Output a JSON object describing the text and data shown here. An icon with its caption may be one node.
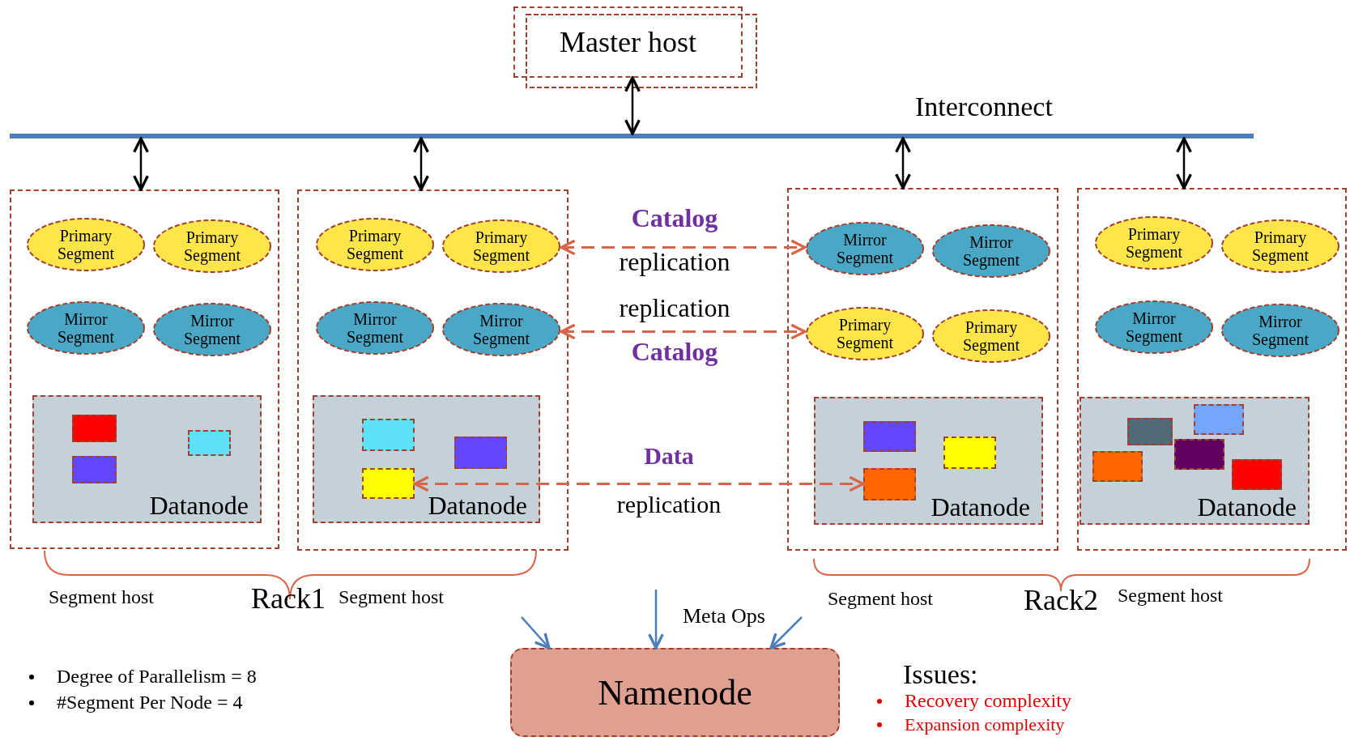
{
  "diagram": {
    "nodes": [
      {
        "text": [
          "Master host"
        ]
      },
      {
        "text": [
          "Interconnect"
        ]
      },
      {
        "text": [],
        "shape": "box",
        "beside": [
          "Segment host"
        ]
      },
      {
        "text": [
          "Primary Segment"
        ],
        "in": 2
      },
      {
        "text": [
          "Primary Segment"
        ],
        "in": 2
      },
      {
        "text": [
          "Mirror Segment"
        ],
        "in": 2
      },
      {
        "text": [
          "Mirror Segment"
        ],
        "in": 2
      },
      {
        "text": [
          "Datanode"
        ],
        "in": 2
      },
      {
        "text": [],
        "shape": "box",
        "in": 7
      },
      {
        "text": [],
        "shape": "box",
        "in": 7
      },
      {
        "text": [],
        "shape": "box",
        "in": 7
      },
      {
        "text": [],
        "shape": "box",
        "beside": [
          "Segment host"
        ]
      },
      {
        "text": [
          "Primary Segment"
        ],
        "in": 11
      },
      {
        "text": [
          "Primary Segment"
        ],
        "in": 11
      },
      {
        "text": [
          "Mirror Segment"
        ],
        "in": 11
      },
      {
        "text": [
          "Mirror Segment"
        ],
        "in": 11
      },
      {
        "text": [
          "Datanode"
        ],
        "in": 11
      },
      {
        "text": [],
        "shape": "box",
        "in": 16
      },
      {
        "text": [],
        "shape": "box",
        "in": 16
      },
      {
        "text": [],
        "shape": "box",
        "in": 16
      },
      {
        "text": [],
        "shape": "box",
        "beside": [
          "Segment host"
        ]
      },
      {
        "text": [
          "Mirror Segment"
        ],
        "in": 20
      },
      {
        "text": [
          "Mirror Segment"
        ],
        "in": 20
      },
      {
        "text": [
          "Primary Segment"
        ],
        "in": 20
      },
      {
        "text": [
          "Primary Segment"
        ],
        "in": 20
      },
      {
        "text": [
          "Datanode"
        ],
        "in": 20
      },
      {
        "text": [],
        "shape": "box",
        "in": 25
      },
      {
        "text": [],
        "shape": "box",
        "in": 25
      },
      {
        "text": [],
        "shape": "box",
        "in": 25
      },
      {
        "text": [],
        "shape": "box",
        "beside": [
          "Segment host"
        ]
      },
      {
        "text": [
          "Primary Segment"
        ],
        "in": 29
      },
      {
        "text": [
          "Primary Segment"
        ],
        "in": 29
      },
      {
        "text": [
          "Mirror Segment"
        ],
        "in": 29
      },
      {
        "text": [
          "Mirror Segment"
        ],
        "in": 29
      },
      {
        "text": [
          "Datanode"
        ],
        "in": 29
      },
      {
        "text": [],
        "shape": "box",
        "in": 34
      },
      {
        "text": [],
        "shape": "box",
        "in": 34
      },
      {
        "text": [],
        "shape": "box",
        "in": 34
      },
      {
        "text": [],
        "shape": "box",
        "in": 34
      },
      {
        "text": [],
        "shape": "box",
        "in": 34
      },
      {
        "text": [
          "Namenode"
        ]
      }
    ],
    "edges": [
      {
        "from": 0,
        "to": 1,
        "arrow": "both"
      },
      {
        "from": 1,
        "to": 2,
        "arrow": "both"
      },
      {
        "from": 1,
        "to": 11,
        "arrow": "both"
      },
      {
        "from": 1,
        "to": 20,
        "arrow": "both"
      },
      {
        "from": 1,
        "to": 29,
        "arrow": "both"
      },
      {
        "from": 13,
        "to": 21,
        "arrow": "both",
        "label": "**Catalog** replication",
        "style": "dashed",
        "color": "#d8654a"
      },
      {
        "from": 15,
        "to": 23,
        "arrow": "both",
        "label": "replication **Catalog**",
        "style": "dashed",
        "color": "#d8654a"
      },
      {
        "from": 19,
        "to": 28,
        "arrow": "both",
        "label": "**Data** replication",
        "style": "dashed",
        "color": "#d8654a"
      },
      {
        "from": null,
        "to": 40,
        "arrow": "to",
        "color": "#4a7ebb"
      },
      {
        "from": null,
        "to": 40,
        "arrow": "to",
        "label": "Meta Ops",
        "color": "#4a7ebb"
      },
      {
        "from": null,
        "to": 40,
        "arrow": "to",
        "color": "#4a7ebb"
      }
    ],
    "labels": [
      "Rack1",
      "Rack2",
      "Degree of Parallelism = 8",
      "#Segment Per Node = 4",
      "Issues:",
      "Recovery complexity",
      "Expansion complexity"
    ]
  }
}
